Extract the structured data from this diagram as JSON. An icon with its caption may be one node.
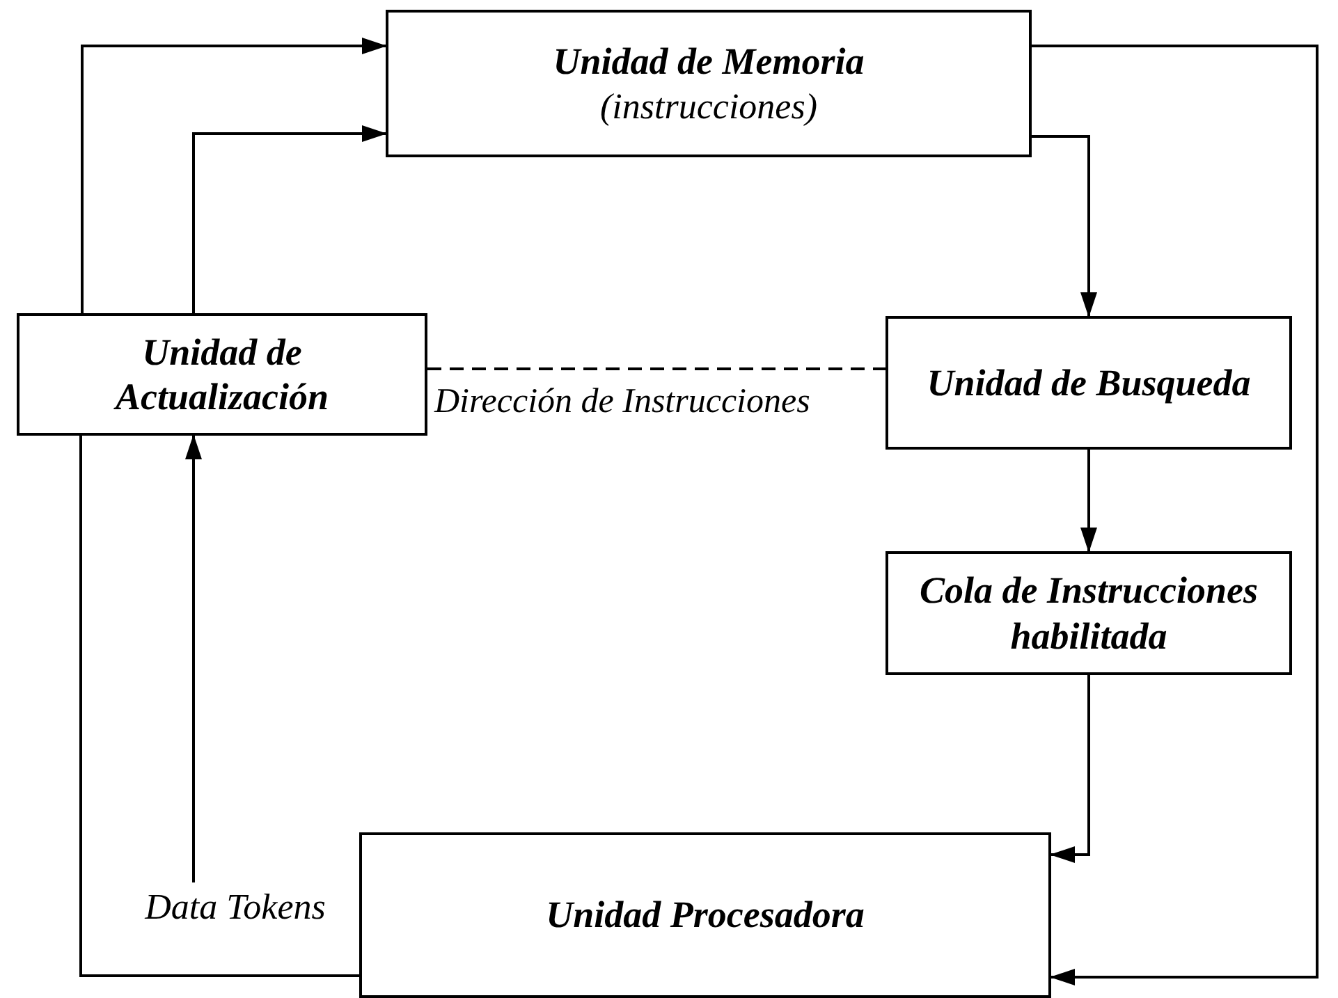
{
  "diagram": {
    "nodes": [
      {
        "text": [
          "Unidad de Memoria",
          "(instrucciones)"
        ]
      },
      {
        "text": [
          "Unidad de Actualización"
        ]
      },
      {
        "text": [
          "Unidad de Busqueda"
        ]
      },
      {
        "text": [
          "Cola de Instrucciones habilitada"
        ]
      },
      {
        "text": [
          "Unidad Procesadora"
        ]
      },
      {
        "text": [
          "Data Tokens"
        ]
      }
    ],
    "edges": [
      {
        "from": 1,
        "to": 0,
        "arrow": "to"
      },
      {
        "from": 1,
        "to": 0,
        "arrow": "to"
      },
      {
        "from": 0,
        "to": 2,
        "arrow": "to"
      },
      {
        "from": 0,
        "to": 4,
        "arrow": "to"
      },
      {
        "from": 2,
        "to": 3,
        "arrow": "to"
      },
      {
        "from": 3,
        "to": 4,
        "arrow": "to"
      },
      {
        "from": 1,
        "to": 2,
        "arrow": "none",
        "label": "Dirección de Instrucciones",
        "style": "dashed"
      },
      {
        "from": 4,
        "to": 1,
        "arrow": "none"
      },
      {
        "from": 5,
        "to": 1,
        "arrow": "to"
      }
    ]
  }
}
